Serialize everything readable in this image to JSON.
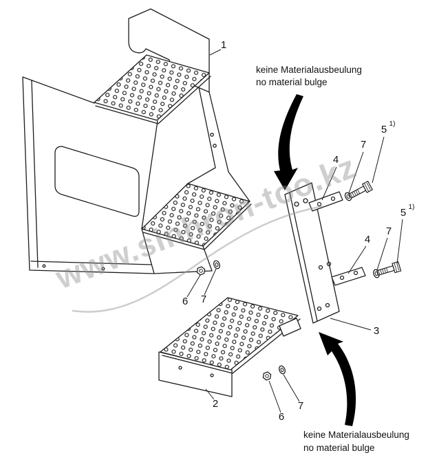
{
  "page": {
    "background": "#ffffff",
    "ink": "#1b1b1b"
  },
  "watermark": {
    "text": "www.sinhron-too.kz",
    "color": "#8f8f8f"
  },
  "notes": {
    "top": {
      "line1": "keine Materialausbeulung",
      "line2": "no material bulge"
    },
    "bottom": {
      "line1": "keine Materialausbeulung",
      "line2": "no material bulge"
    }
  },
  "labels": {
    "part1": "1",
    "part2": "2",
    "part3": "3",
    "part4": "4",
    "part5": "5",
    "part5_footnote": "1)",
    "part6": "6",
    "part7": "7"
  }
}
